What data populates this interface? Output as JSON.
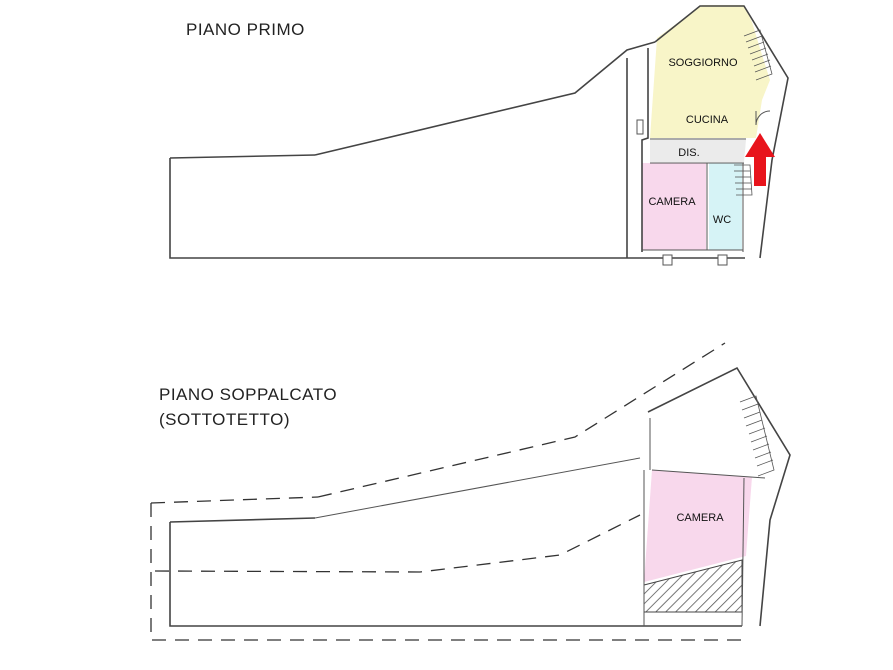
{
  "floors": {
    "first": {
      "title": "PIANO PRIMO",
      "rooms": {
        "soggiorno": "SOGGIORNO",
        "cucina": "CUCINA",
        "dis": "DIS.",
        "camera": "CAMERA",
        "wc": "WC"
      },
      "colors": {
        "soggiorno": "#f8f5c8",
        "dis": "#ebebeb",
        "camera": "#f8d8ec",
        "wc": "#d6f3f6",
        "entrance_arrow": "#e8141c"
      },
      "entrance_arrow_icon": "up-arrow-icon"
    },
    "attic": {
      "title_line1": "PIANO SOPPALCATO",
      "title_line2": "(SOTTOTETTO)",
      "rooms": {
        "camera": "CAMERA"
      },
      "colors": {
        "camera": "#f8d8ec",
        "hatch": "#555555"
      }
    }
  }
}
